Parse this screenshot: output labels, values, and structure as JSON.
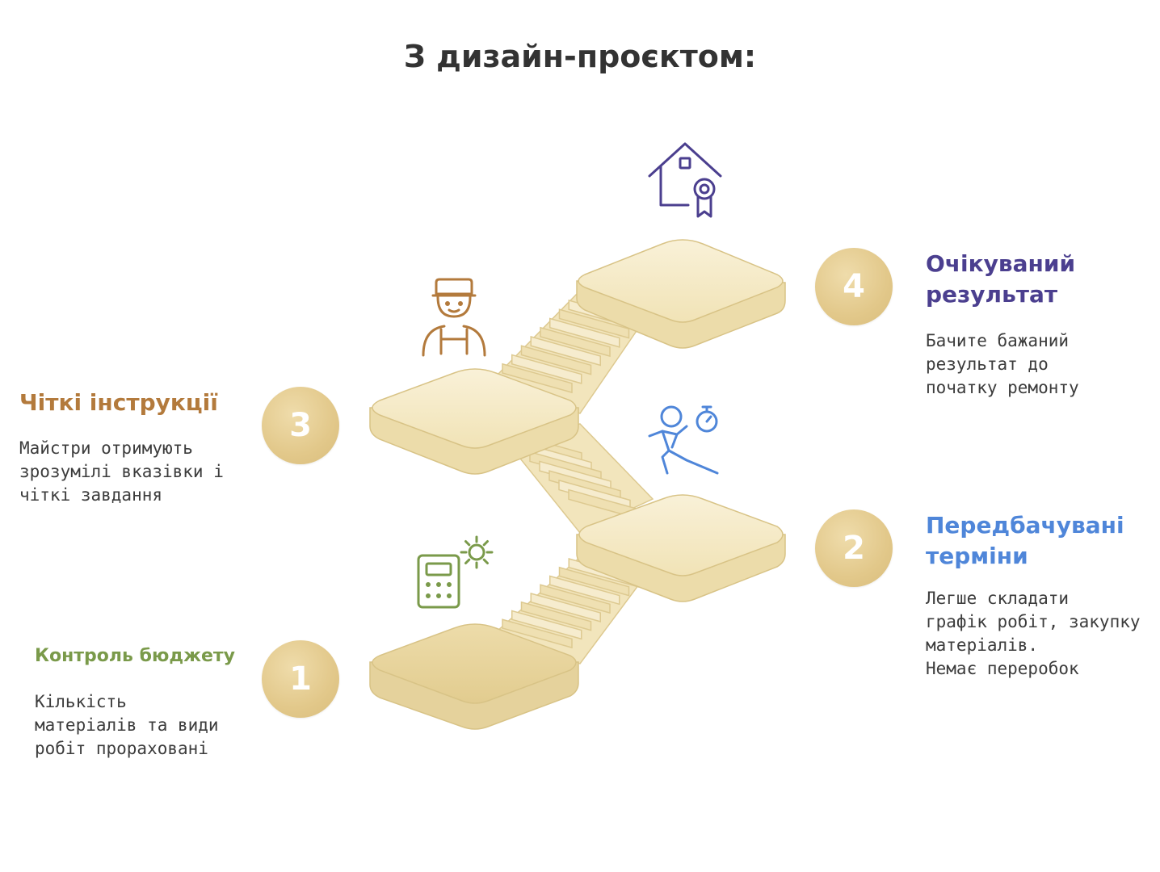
{
  "title": "З дизайн-проєктом:",
  "colors": {
    "stair_top": "#f7edcf",
    "stair_side": "#ecdcaa",
    "stair_edge": "#d8c386",
    "badge": "#e2c88a",
    "step1": "#7a9a4a",
    "step2": "#4f86d9",
    "step3": "#b37a3c",
    "step4": "#4b3f8f"
  },
  "steps": [
    {
      "number": "1",
      "heading": "Контроль бюджету",
      "description": "Кількість\nматеріалів та види\nробіт прораховані",
      "icon": "calculator-gear-icon"
    },
    {
      "number": "2",
      "heading": "Передбачувані\nтерміни",
      "description": "Легше складати\nграфік робіт, закупку\nматеріалів.\nНемає переробок",
      "icon": "running-stopwatch-icon"
    },
    {
      "number": "3",
      "heading": "Чіткі інструкції",
      "description": "Майстри отримують\nзрозумілі вказівки і\nчіткі завдання",
      "icon": "worker-icon"
    },
    {
      "number": "4",
      "heading": "Очікуваний\nрезультат",
      "description": "Бачите бажаний\nрезультат до\nпочатку ремонту",
      "icon": "house-award-icon"
    }
  ]
}
